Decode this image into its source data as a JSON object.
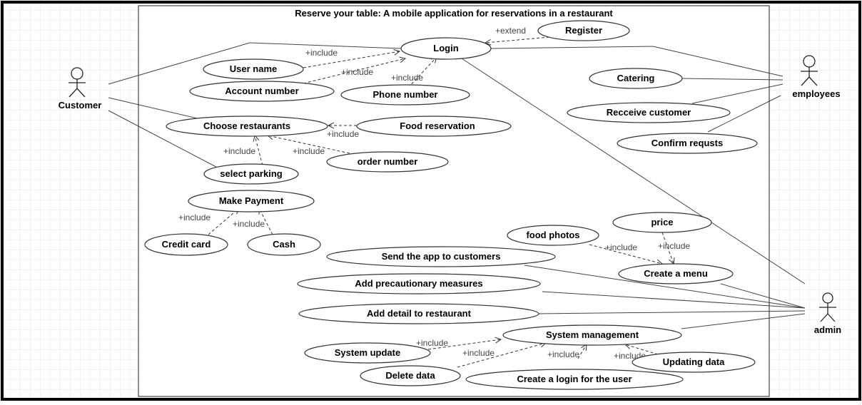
{
  "diagram": {
    "title": "Reserve your table: A mobile application for reservations in a restaurant",
    "actors": {
      "customer": "Customer",
      "employees": "employees",
      "admin": "admin"
    },
    "use_cases": {
      "login": "Login",
      "register": "Register",
      "user_name": "User name",
      "account_number": "Account number",
      "phone_number": "Phone number",
      "choose_restaurants": "Choose restaurants",
      "food_reservation": "Food reservation",
      "order_number": "order number",
      "select_parking": "select parking",
      "make_payment": "Make Payment",
      "credit_card": "Credit card",
      "cash": "Cash",
      "catering": "Catering",
      "receive_customer": "Recceive customer",
      "confirm_requests": "Confirm requsts",
      "price": "price",
      "food_photos": "food photos",
      "create_menu": "Create a menu",
      "send_app": "Send the app to customers",
      "precautionary": "Add precautionary measures",
      "add_detail": "Add detail to restaurant",
      "system_management": "System management",
      "system_update": "System update",
      "delete_data": "Delete data",
      "create_login": "Create a login for the user",
      "updating_data": "Updating data"
    },
    "relations": {
      "include": "+include",
      "extend": "+extend"
    }
  }
}
